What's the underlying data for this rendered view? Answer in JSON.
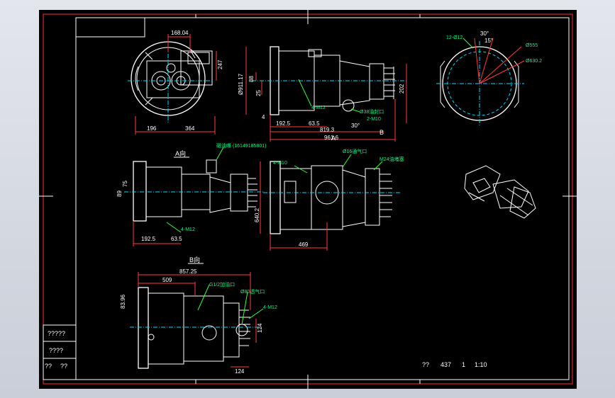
{
  "drawing": {
    "view_label_a": "A向",
    "view_label_b": "B向",
    "letter_a": "A",
    "letter_b": "B",
    "title_cells": [
      "?????",
      "????",
      "??",
      "??"
    ],
    "footer": {
      "name": "??",
      "number": "437",
      "sheet": "1",
      "scale": "1:10"
    }
  },
  "dims": {
    "d168": "168.04",
    "d247": "247",
    "d196": "196",
    "d364": "364",
    "d91117": "Ø911.17",
    "d88": "88",
    "d25": "25",
    "d4": "4",
    "d1925": "192.5",
    "d635": "63.5",
    "d8193": "819.3",
    "d9616": "961.6",
    "d4m12": "4-M12",
    "d38": "Ø38油封口",
    "d2m10": "2-M10",
    "d30a": "30°",
    "d202": "202",
    "dtop30": "30°",
    "dtop15": "15°",
    "d12m12": "12-Ø12",
    "d555": "Ø555",
    "d6302": "Ø630.2",
    "oil_label": "磁油嘴 (16149185801)",
    "d75": "75",
    "d89": "89",
    "d1925b": "192.5",
    "d635b": "63.5",
    "d4m12b": "4-M12",
    "d4m10": "4-M10",
    "d16": "Ø16通气口",
    "m24": "M24油堵塞",
    "d6402": "640.2",
    "d469": "469",
    "d85725": "857.25",
    "d509": "509",
    "d8396": "83.96",
    "g12": "G1/2加油口",
    "d80": "Ø80透气口",
    "d4m12c": "4-M12",
    "d124": "124",
    "d124b": "124"
  },
  "colors": {
    "frame": "#ff2a2a",
    "line": "#ffffff",
    "center": "#00d8ff",
    "dimension": "#ff3b3b",
    "leader": "#36ff36",
    "annotation": "#00ff7f"
  }
}
